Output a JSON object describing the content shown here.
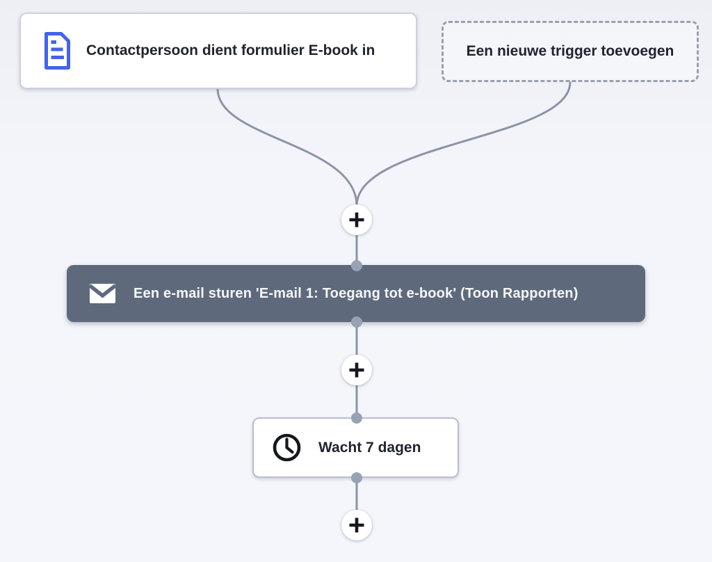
{
  "workflow": {
    "trigger_card": {
      "label": "Contactpersoon dient formulier E-book in"
    },
    "add_trigger_card": {
      "label": "Een nieuwe trigger toevoegen"
    },
    "email_node": {
      "label": "Een e-mail sturen 'E-mail 1: Toegang tot e-book' (Toon Rapporten)"
    },
    "wait_node": {
      "label": "Wacht 7 dagen"
    }
  },
  "icons": {
    "form_document_icon": "document-with-lines",
    "envelope_icon": "envelope",
    "clock_icon": "clock",
    "plus_icon": "+"
  },
  "colors": {
    "accent_blue": "#4263eb",
    "email_node_bg": "#5e6a7c",
    "connector_line": "#8b93a6",
    "connector_dot": "#99a2b4",
    "canvas_bg": "#f4f5fa"
  }
}
